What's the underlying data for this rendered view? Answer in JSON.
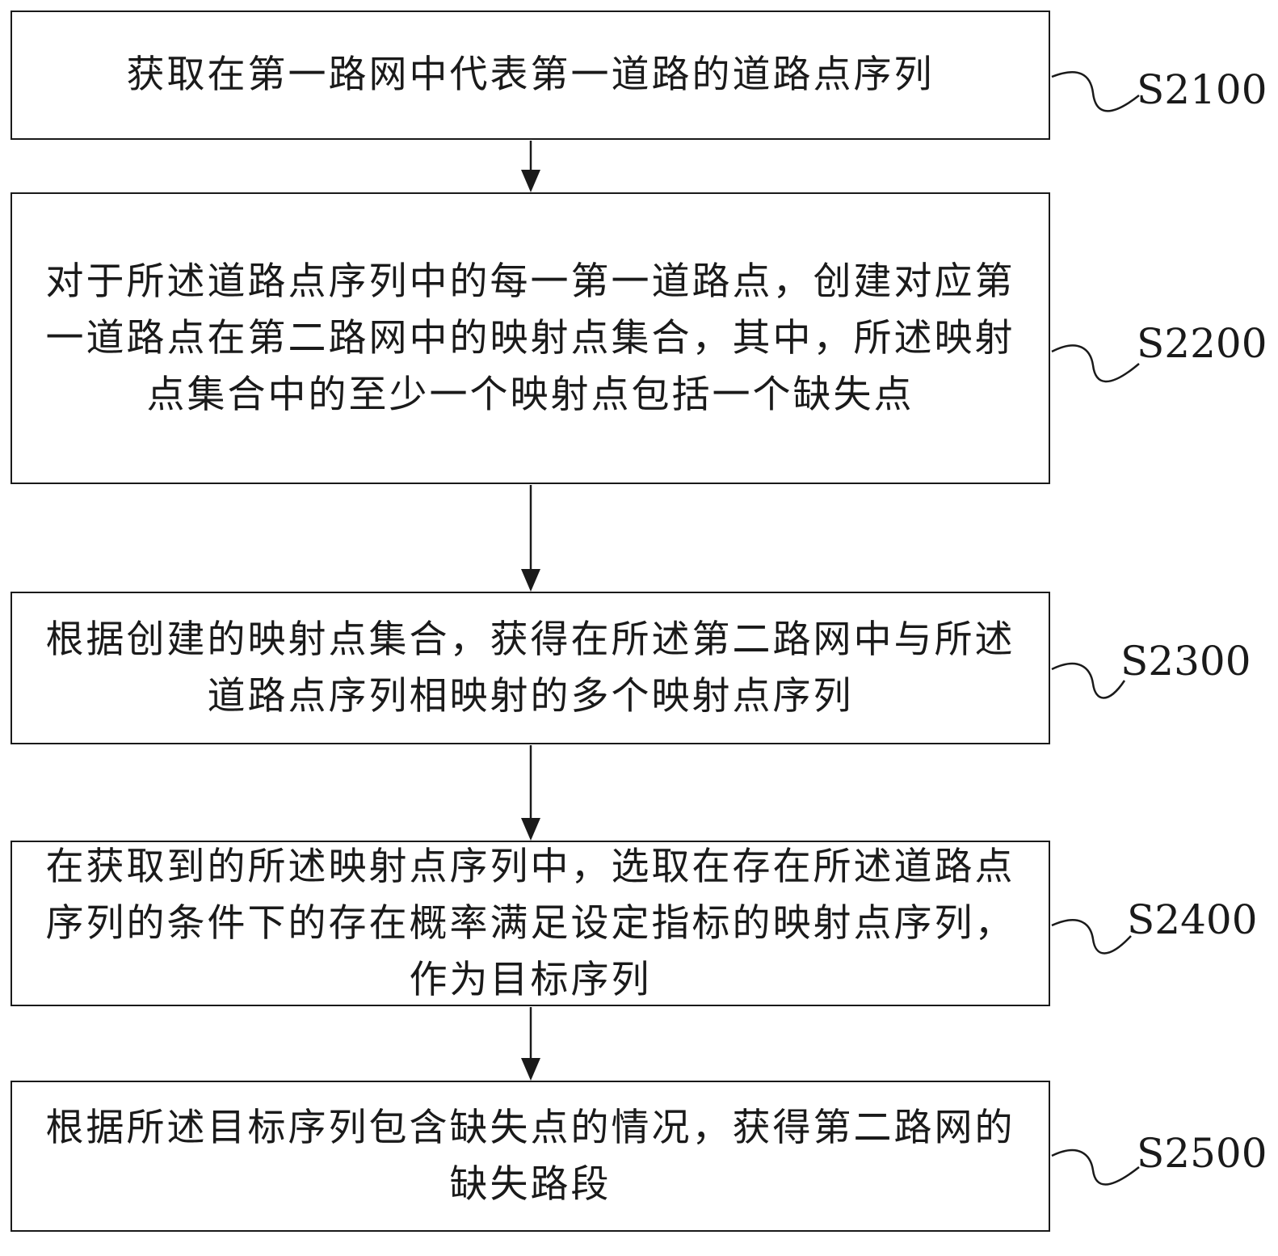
{
  "steps": [
    {
      "id": "S2100",
      "text": "获取在第一路网中代表第一道路的道路点序列"
    },
    {
      "id": "S2200",
      "text": "对于所述道路点序列中的每一第一道路点，创建对应第一道路点在第二路网中的映射点集合，其中，所述映射点集合中的至少一个映射点包括一个缺失点"
    },
    {
      "id": "S2300",
      "text": "根据创建的映射点集合，获得在所述第二路网中与所述道路点序列相映射的多个映射点序列"
    },
    {
      "id": "S2400",
      "text": "在获取到的所述映射点序列中，选取在存在所述道路点序列的条件下的存在概率满足设定指标的映射点序列，作为目标序列"
    },
    {
      "id": "S2500",
      "text": "根据所述目标序列包含缺失点的情况，获得第二路网的缺失路段"
    }
  ]
}
